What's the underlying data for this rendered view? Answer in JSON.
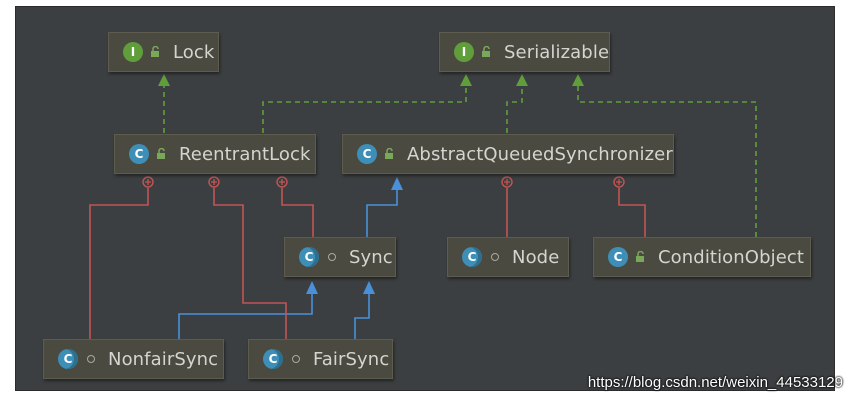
{
  "nodes": {
    "lock": {
      "label": "Lock",
      "kind": "interface",
      "badge": "I",
      "visibility": "public"
    },
    "serializable": {
      "label": "Serializable",
      "kind": "interface",
      "badge": "I",
      "visibility": "public"
    },
    "reentrant_lock": {
      "label": "ReentrantLock",
      "kind": "class",
      "badge": "C",
      "visibility": "public"
    },
    "aqs": {
      "label": "AbstractQueuedSynchronizer",
      "kind": "class",
      "badge": "C",
      "visibility": "public"
    },
    "sync": {
      "label": "Sync",
      "kind": "static-class",
      "badge": "C",
      "visibility": "package"
    },
    "node": {
      "label": "Node",
      "kind": "static-class",
      "badge": "C",
      "visibility": "package"
    },
    "condition_object": {
      "label": "ConditionObject",
      "kind": "class",
      "badge": "C",
      "visibility": "public"
    },
    "nonfair_sync": {
      "label": "NonfairSync",
      "kind": "static-class",
      "badge": "C",
      "visibility": "package"
    },
    "fair_sync": {
      "label": "FairSync",
      "kind": "static-class",
      "badge": "C",
      "visibility": "package"
    }
  },
  "colors": {
    "implements": "#5f9e3a",
    "extends": "#4a90d9",
    "inner": "#c25555"
  },
  "watermark": "https://blog.csdn.net/weixin_44533129"
}
